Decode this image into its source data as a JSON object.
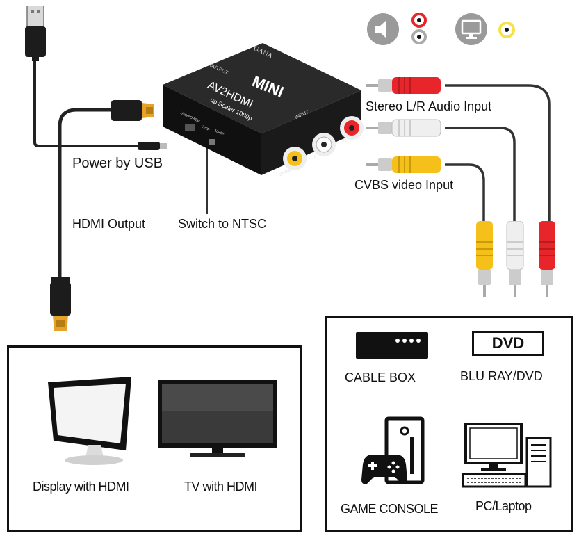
{
  "device": {
    "brand": "GANA",
    "model_badge": "MINI",
    "model": "AV2HDMI",
    "subtitle": "up Scaler 1080p",
    "output_port": "OUTPUT",
    "input_port": "INPUT",
    "usb_port": "USB/POWER",
    "res_720": "720P",
    "res_1080": "1080P",
    "cvbs_port": "CVBS",
    "left_port": "L",
    "right_port": "R"
  },
  "labels": {
    "stereo_input": "Stereo L/R Audio Input",
    "cvbs_input": "CVBS video Input",
    "power": "Power by USB",
    "hdmi_output": "HDMI Output",
    "switch_ntsc": "Switch to NTSC"
  },
  "outputs": {
    "display": "Display with HDMI",
    "tv": "TV with HDMI"
  },
  "sources": {
    "cable_box": "CABLE BOX",
    "dvd_badge": "DVD",
    "bluray": "BLU RAY/DVD",
    "console": "GAME CONSOLE",
    "pc": "PC/Laptop"
  },
  "icons": [
    "speaker-icon",
    "monitor-icon",
    "usb-plug-icon",
    "hdmi-plug-icon",
    "rca-plug-icon",
    "display-icon",
    "tv-icon",
    "cable-box-icon",
    "dvd-icon",
    "game-console-icon",
    "pc-icon"
  ],
  "colors": {
    "rca_red": "#e8252a",
    "rca_white": "#f2f2f2",
    "rca_yellow": "#f6c01a",
    "gold": "#e5a32a"
  }
}
